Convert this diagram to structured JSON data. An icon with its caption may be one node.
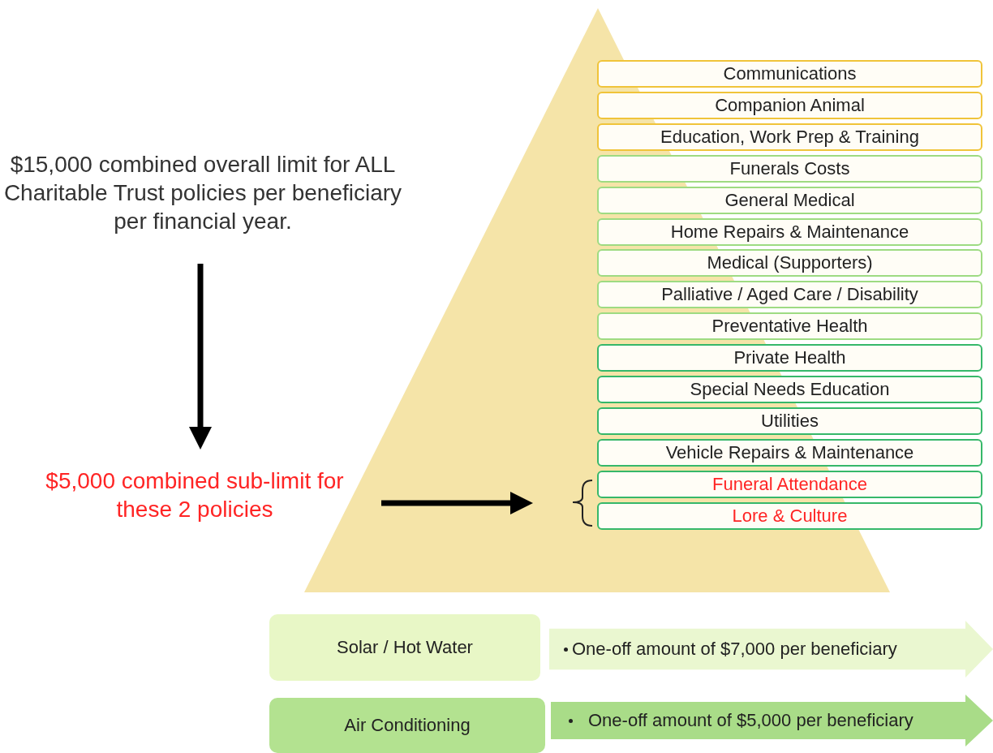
{
  "diagram": {
    "nodes": [
      {
        "text": [
          "$15,000 combined overall limit for ALL Charitable Trust policies per beneficiary per financial year."
        ]
      },
      {
        "text": [
          "$5,000 combined sub-limit for these 2 policies"
        ]
      },
      {
        "text": [
          "Communications"
        ]
      },
      {
        "text": [
          "Companion Animal"
        ]
      },
      {
        "text": [
          "Education, Work Prep & Training"
        ]
      },
      {
        "text": [
          "Funerals Costs"
        ]
      },
      {
        "text": [
          "General Medical"
        ]
      },
      {
        "text": [
          "Home Repairs & Maintenance"
        ]
      },
      {
        "text": [
          "Medical (Supporters)"
        ]
      },
      {
        "text": [
          "Palliative / Aged Care / Disability"
        ]
      },
      {
        "text": [
          "Preventative Health"
        ]
      },
      {
        "text": [
          "Private Health"
        ]
      },
      {
        "text": [
          "Special Needs Education"
        ]
      },
      {
        "text": [
          "Utilities"
        ]
      },
      {
        "text": [
          "Vehicle Repairs & Maintenance"
        ]
      },
      {
        "text": [
          "Funeral Attendance"
        ]
      },
      {
        "text": [
          "Lore & Culture"
        ]
      },
      {
        "text": [
          "Solar / Hot Water"
        ]
      },
      {
        "text": [
          "One-off amount of $7,000 per beneficiary"
        ]
      },
      {
        "text": [
          "Air Conditioning"
        ]
      },
      {
        "text": [
          "One-off amount of $5,000 per beneficiary"
        ]
      }
    ],
    "edges": [
      {
        "from": 0,
        "to": 1,
        "arrow": "to"
      },
      {
        "from": 1,
        "to": 15,
        "arrow": "to"
      },
      {
        "from": 1,
        "to": 16,
        "arrow": "to"
      }
    ]
  }
}
